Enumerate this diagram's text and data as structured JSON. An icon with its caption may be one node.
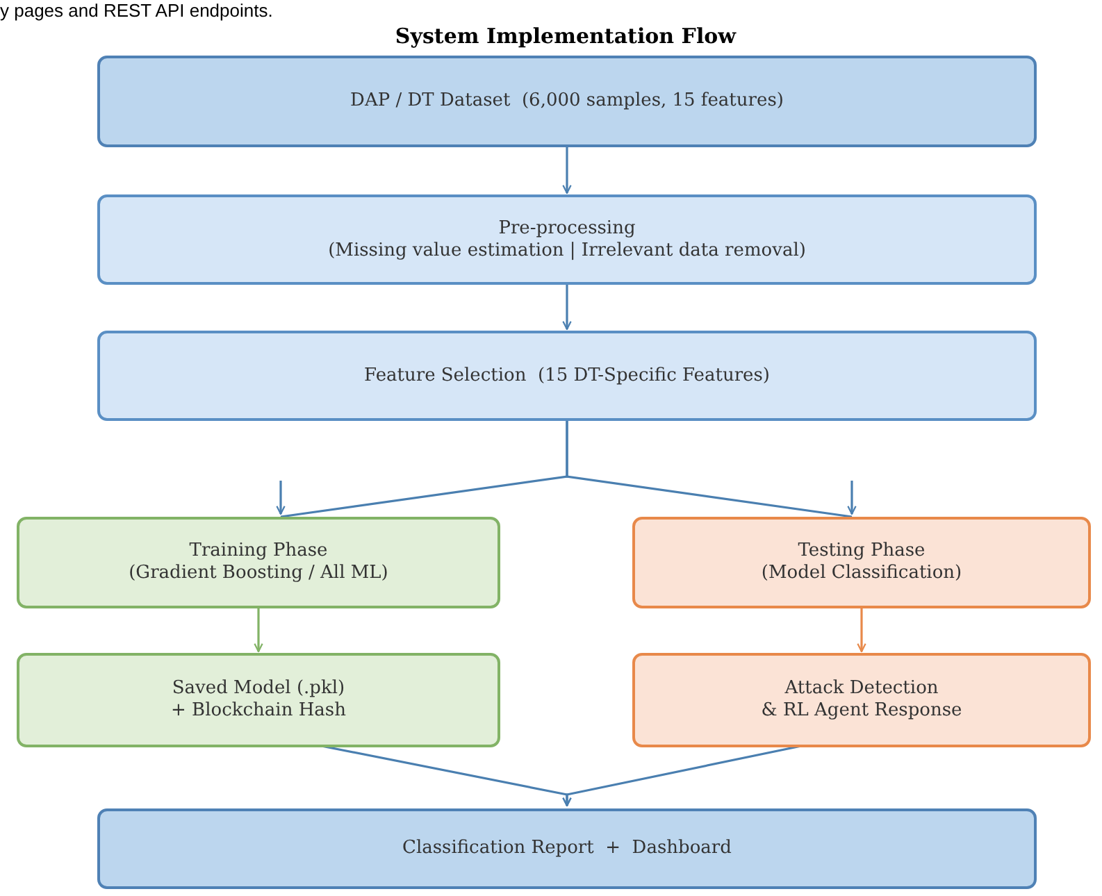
{
  "diagram": {
    "title": "System Implementation Flow",
    "nodes": [
      {
        "text": [
          "DAP / DT Dataset  (6,000 samples, 15 features)"
        ]
      },
      {
        "text": [
          "Pre-processing",
          "(Missing value estimation | Irrelevant data removal)"
        ]
      },
      {
        "text": [
          "Feature Selection  (15 DT-Specific Features)"
        ]
      },
      {
        "text": [
          "Training Phase",
          "(Gradient Boosting / All ML)"
        ]
      },
      {
        "text": [
          "Testing Phase",
          "(Model Classification)"
        ]
      },
      {
        "text": [
          "Saved Model (.pkl)",
          "+ Blockchain Hash"
        ]
      },
      {
        "text": [
          "Attack Detection",
          "& RL Agent Response"
        ]
      },
      {
        "text": [
          "Classification Report  +  Dashboard"
        ]
      }
    ],
    "edges": [
      {
        "from": 0,
        "to": 1,
        "arrow": "to"
      },
      {
        "from": 1,
        "to": 2,
        "arrow": "to"
      },
      {
        "from": 2,
        "to": 3,
        "arrow": "none"
      },
      {
        "from": 2,
        "to": 4,
        "arrow": "none"
      },
      {
        "from": null,
        "to": 3,
        "arrow": "to"
      },
      {
        "from": null,
        "to": 4,
        "arrow": "to"
      },
      {
        "from": 3,
        "to": 5,
        "arrow": "to",
        "color": "#82b366"
      },
      {
        "from": 4,
        "to": 6,
        "arrow": "to",
        "color": "#e8894a"
      },
      {
        "from": 5,
        "to": 7,
        "arrow": "to"
      },
      {
        "from": 6,
        "to": 7,
        "arrow": "to"
      }
    ],
    "labels": [
      "y pages and REST API endpoints."
    ]
  }
}
